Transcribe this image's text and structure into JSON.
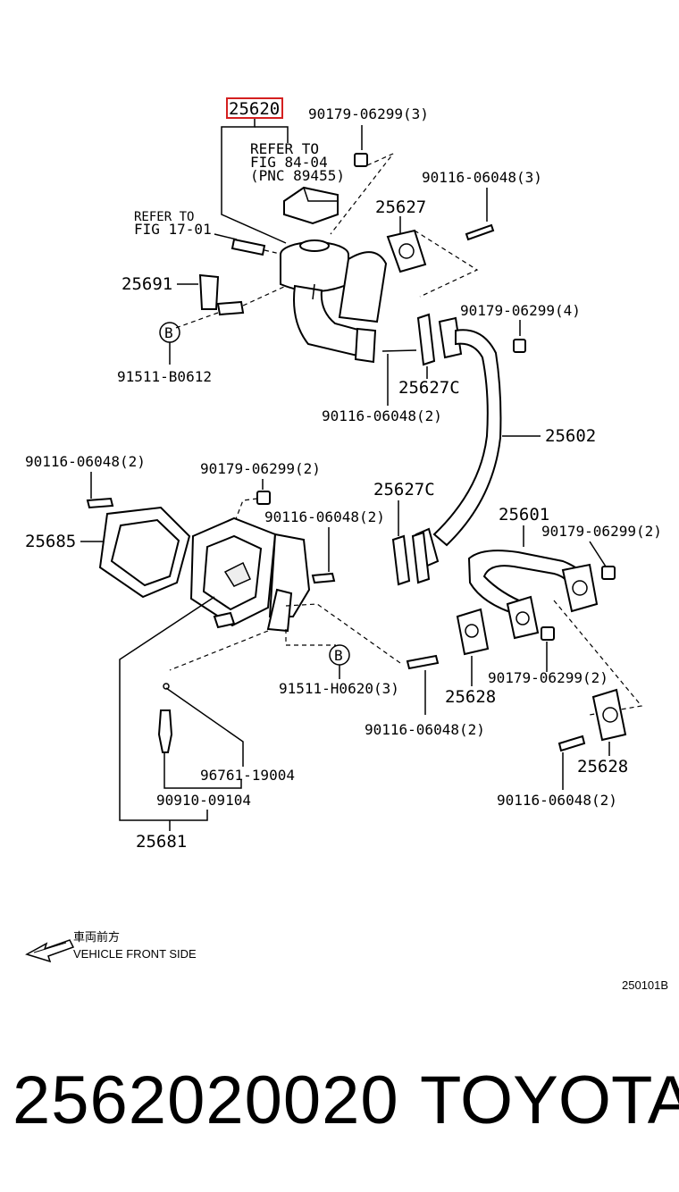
{
  "highlight": {
    "part": "25620",
    "color": "#d42020"
  },
  "refer_to": {
    "line1": "REFER TO",
    "line2": "FIG 84-04",
    "line3": "(PNC 89455)"
  },
  "refer_to_17": {
    "line1": "REFER TO",
    "line2": "FIG 17-01"
  },
  "labels": {
    "l01": "90179-06299(3)",
    "l02": "90116-06048(3)",
    "l03": "25627",
    "l04": "25691",
    "l05": "B",
    "l06": "91511-B0612",
    "l07": "90179-06299(4)",
    "l08": "25627C",
    "l09": "90116-06048(2)",
    "l10": "25602",
    "l11": "90116-06048(2)",
    "l12": "90179-06299(2)",
    "l13": "25627C",
    "l14": "25685",
    "l15": "90116-06048(2)",
    "l16": "25601",
    "l17": "90179-06299(2)",
    "l18": "B",
    "l19": "91511-H0620(3)",
    "l20": "25628",
    "l21": "90179-06299(2)",
    "l22": "90116-06048(2)",
    "l23": "96761-19004",
    "l24": "90910-09104",
    "l25": "25628",
    "l26": "90116-06048(2)",
    "l27": "25681"
  },
  "direction": {
    "japanese": "車両前方",
    "english": "VEHICLE FRONT SIDE"
  },
  "figure_code": "250101B",
  "footer": {
    "part_number": "2562020020",
    "brand": "TOYOTA"
  }
}
